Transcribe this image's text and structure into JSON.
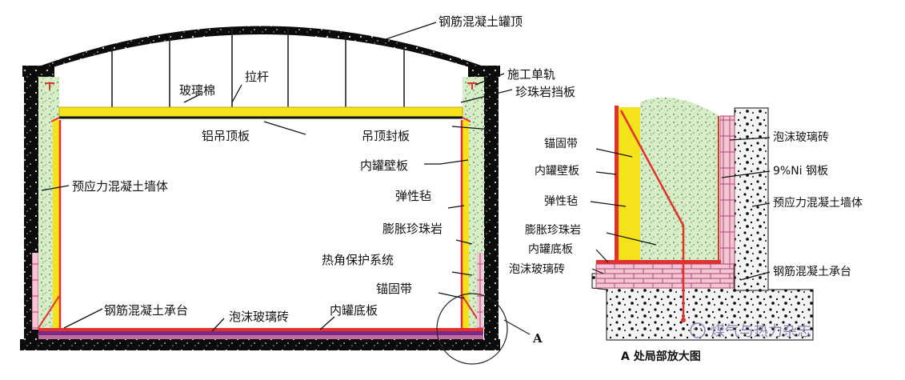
{
  "labels": {
    "tank_roof": "钢筋混凝土罐顶",
    "rail": "施工单轨",
    "pearlite_baffle": "珍珠岩挡板",
    "glass_wool": "玻璃棉",
    "tie_rod": "拉杆",
    "al_ceiling": "铝吊顶板",
    "ceiling_seal": "吊顶封板",
    "inner_wall": "内罐壁板",
    "prestressed_wall": "预应力混凝土墙体",
    "elastic_felt": "弹性毡",
    "expanded_pearlite": "膨胀珍珠岩",
    "corner_protection": "热角保护系统",
    "anchor_strap": "锚固带",
    "rc_base": "钢筋混凝土承台",
    "foam_glass": "泡沫玻璃砖",
    "inner_bottom": "内罐底板",
    "point_a": "A"
  },
  "detail": {
    "anchor_strap": "锚固带",
    "inner_wall": "内罐壁板",
    "elastic_felt": "弹性毡",
    "expanded_pearlite": "膨胀珍珠岩",
    "inner_bottom": "内罐底板",
    "foam_glass_bottom": "泡沫玻璃砖",
    "foam_glass_side": "泡沫玻璃砖",
    "ni_steel": "9%Ni 钢板",
    "prestressed_wall": "预应力混凝土墙体",
    "rc_base": "钢筋混凝土承台",
    "caption": "A 处局部放大图"
  },
  "watermark": {
    "text": "煤气与热力杂志"
  },
  "colors": {
    "concrete": "#0a0a0a",
    "pearlite": "#d8ecc8",
    "felt": "#f4e21a",
    "steel_red": "#e5312b",
    "foam_glass": "#f3c6d3",
    "bottom_purple": "#7a2a8a"
  }
}
